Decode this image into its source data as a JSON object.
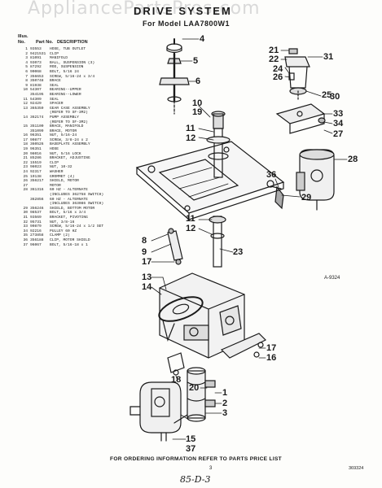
{
  "watermark": "AppliancePartsPros.com",
  "title": "DRIVE SYSTEM",
  "subtitle": "For Model LAA7800W1",
  "table": {
    "header_key": "Illus. No.",
    "header_part": "Part No.",
    "header_desc": "DESCRIPTION",
    "rows": [
      {
        "key": "1",
        "part": "93553",
        "desc": "HOSE, TUB OUTLET"
      },
      {
        "key": "2",
        "part": "9421531",
        "desc": "CLIP"
      },
      {
        "key": "3",
        "part": "81091",
        "desc": "MANIFOLD"
      },
      {
        "key": "4",
        "part": "93073",
        "desc": "BALL, SUSPENSION (3)"
      },
      {
        "key": "5",
        "part": "87292",
        "desc": "ROD, SUSPENSION"
      },
      {
        "key": "6",
        "part": "90068",
        "desc": "BOLT, 5/16 24"
      },
      {
        "key": "7",
        "part": "356653",
        "desc": "SCREW, 5/16-24 x 3/4"
      },
      {
        "key": "8",
        "part": "350748",
        "desc": "BRACE"
      },
      {
        "key": "9",
        "part": "81938",
        "desc": "SEAL"
      },
      {
        "key": "10",
        "part": "54307",
        "desc": "BEARING--UPPER"
      },
      {
        "key": "",
        "part": "354195",
        "desc": "BEARING--LOWER"
      },
      {
        "key": "11",
        "part": "54309",
        "desc": "SEAL"
      },
      {
        "key": "12",
        "part": "92429",
        "desc": "SPACER"
      },
      {
        "key": "13",
        "part": "365359",
        "desc": "GEAR CASE ASSEMBLY"
      },
      {
        "key": "",
        "part": "",
        "desc": "(REFER TO SF-3M2)"
      },
      {
        "key": "14",
        "part": "362174",
        "desc": "PUMP ASSEMBLY"
      },
      {
        "key": "",
        "part": "",
        "desc": "(REFER TO SF-3M2)"
      },
      {
        "key": "15",
        "part": "351100",
        "desc": "BRACE, MANIFOLD"
      },
      {
        "key": "",
        "part": "351099",
        "desc": "BRACE, MOTOR"
      },
      {
        "key": "16",
        "part": "96351",
        "desc": "NUT, 5/16-24"
      },
      {
        "key": "17",
        "part": "90877",
        "desc": "SCREW, 3/8-24 x 2"
      },
      {
        "key": "18",
        "part": "360526",
        "desc": "BASEPLATE ASSEMBLY"
      },
      {
        "key": "19",
        "part": "96351",
        "desc": "HOSE"
      },
      {
        "key": "20",
        "part": "98016",
        "desc": "NUT, 5/16 LOCK"
      },
      {
        "key": "21",
        "part": "85286",
        "desc": "BRACKET, ADJUSTING"
      },
      {
        "key": "22",
        "part": "15519",
        "desc": "CLIP"
      },
      {
        "key": "23",
        "part": "98023",
        "desc": "NUT, 10-32"
      },
      {
        "key": "24",
        "part": "92317",
        "desc": "WASHER"
      },
      {
        "key": "25",
        "part": "19138",
        "desc": "GROMMET (4)"
      },
      {
        "key": "26",
        "part": "356217",
        "desc": "SHIELD, MOTOR"
      },
      {
        "key": "27",
        "part": "",
        "desc": "MOTOR"
      },
      {
        "key": "28",
        "part": "361316",
        "desc": "60 HZ - ALTERNATE"
      },
      {
        "key": "",
        "part": "",
        "desc": "(INCLUDES 362758 SWITCH)"
      },
      {
        "key": "",
        "part": "362856",
        "desc": "60 HZ - ALTERNATE"
      },
      {
        "key": "",
        "part": "",
        "desc": "(INCLUDES 363086 SWITCH)"
      },
      {
        "key": "29",
        "part": "356246",
        "desc": "SHIELD, BOTTOM MOTOR"
      },
      {
        "key": "30",
        "part": "98537",
        "desc": "BOLT, 5/16 x 3/4"
      },
      {
        "key": "31",
        "part": "93569",
        "desc": "BRACKET, PIVOTING"
      },
      {
        "key": "32",
        "part": "95731",
        "desc": "NUT, 3/8-16"
      },
      {
        "key": "33",
        "part": "90879",
        "desc": "SCREW, 5/16-24 x 1/2 SET"
      },
      {
        "key": "34",
        "part": "92216",
        "desc": "PULLEY 60 HZ"
      },
      {
        "key": "35",
        "part": "273858",
        "desc": "CLAMP (2)"
      },
      {
        "key": "36",
        "part": "356188",
        "desc": "CLIP, MOTOR SHIELD"
      },
      {
        "key": "37",
        "part": "96067",
        "desc": "BOLT, 5/16-18 x 1"
      }
    ]
  },
  "callouts": [
    {
      "id": "4",
      "text": "4"
    },
    {
      "id": "5",
      "text": "5"
    },
    {
      "id": "6",
      "text": "6"
    },
    {
      "id": "21",
      "text": "21"
    },
    {
      "id": "22",
      "text": "22"
    },
    {
      "id": "31",
      "text": "31"
    },
    {
      "id": "24",
      "text": "24"
    },
    {
      "id": "26",
      "text": "26"
    },
    {
      "id": "25",
      "text": "25"
    },
    {
      "id": "30",
      "text": "30"
    },
    {
      "id": "10",
      "text": "10"
    },
    {
      "id": "19",
      "text": "19"
    },
    {
      "id": "33",
      "text": "33"
    },
    {
      "id": "34",
      "text": "34"
    },
    {
      "id": "27",
      "text": "27"
    },
    {
      "id": "11a",
      "text": "11"
    },
    {
      "id": "12a",
      "text": "12"
    },
    {
      "id": "28",
      "text": "28"
    },
    {
      "id": "36",
      "text": "36"
    },
    {
      "id": "29",
      "text": "29"
    },
    {
      "id": "11b",
      "text": "11"
    },
    {
      "id": "12b",
      "text": "12"
    },
    {
      "id": "8",
      "text": "8"
    },
    {
      "id": "9",
      "text": "9"
    },
    {
      "id": "17a",
      "text": "17"
    },
    {
      "id": "23",
      "text": "23"
    },
    {
      "id": "13",
      "text": "13"
    },
    {
      "id": "14",
      "text": "14"
    },
    {
      "id": "17b",
      "text": "17"
    },
    {
      "id": "16",
      "text": "16"
    },
    {
      "id": "18",
      "text": "18"
    },
    {
      "id": "20",
      "text": "20"
    },
    {
      "id": "1",
      "text": "1"
    },
    {
      "id": "2",
      "text": "2"
    },
    {
      "id": "3",
      "text": "3"
    },
    {
      "id": "15",
      "text": "15"
    },
    {
      "id": "37",
      "text": "37"
    }
  ],
  "figure_id": "A-9324",
  "footer": "FOR ORDERING INFORMATION REFER TO PARTS PRICE LIST",
  "page_number": "3",
  "doc_code": "369324",
  "handwritten_note": "85-D-3"
}
